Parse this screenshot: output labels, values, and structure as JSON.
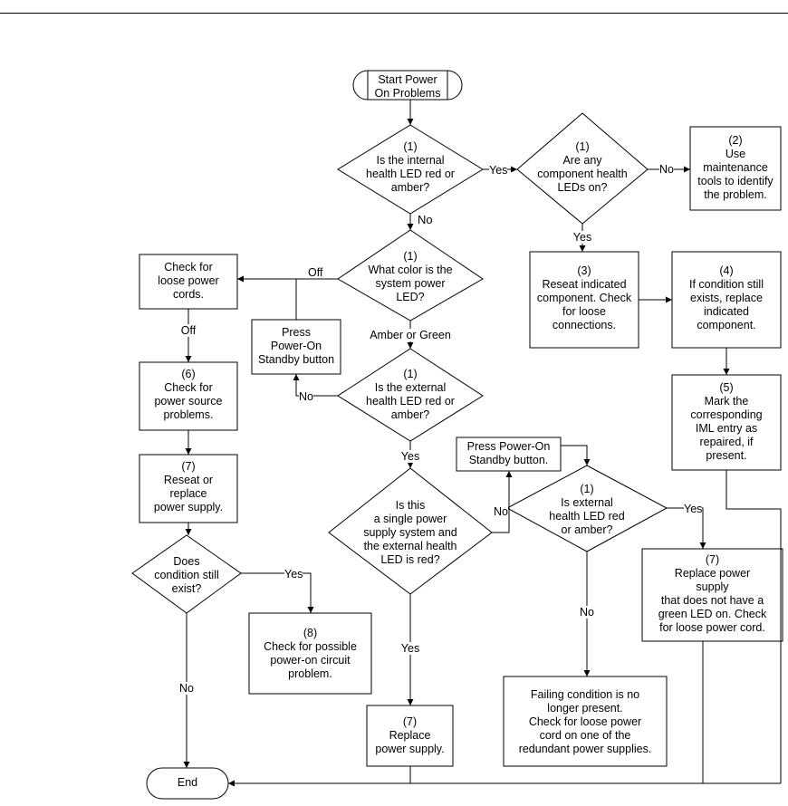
{
  "flowchart": {
    "start": "Start Power\nOn Problems",
    "end": "End",
    "d_internal_led": "(1)\nIs the internal\nhealth LED red or\namber?",
    "d_component_leds": "(1)\nAre any\ncomponent health\nLEDs on?",
    "p_maintenance_tools": "(2)\nUse\nmaintenance\ntools to identify\nthe problem.",
    "d_power_led_color": "(1)\nWhat color is the\nsystem power\nLED?",
    "p_check_power_cords": "Check for\nloose power\ncords.",
    "p_reseat_component": "(3)\nReseat indicated\ncomponent. Check\nfor loose\nconnections.",
    "p_replace_component": "(4)\nIf condition still\nexists, replace\nindicated\ncomponent.",
    "p_press_standby": "Press\nPower-On\nStandby button",
    "d_external_led": "(1)\nIs the external\nhealth LED red or\namber?",
    "p_check_power_source": "(6)\nCheck for\npower source\nproblems.",
    "p_mark_iml": "(5)\nMark the\ncorresponding\nIML entry as\nrepaired, if\npresent.",
    "p_reseat_power_supply": "(7)\nReseat or\nreplace\npower supply.",
    "p_press_standby_2": "Press Power-On\nStandby button.",
    "d_single_power_supply": "Is this\na single power\nsupply system and\nthe external health\nLED is red?",
    "d_external_led_2": "(1)\nIs external\nhealth LED red\nor amber?",
    "p_replace_no_green": "(7)\nReplace power\nsupply\nthat does not have a\ngreen LED on. Check\nfor loose power cord.",
    "d_condition_exists": "Does\ncondition still\nexist?",
    "p_check_power_on_circuit": "(8)\nCheck for possible\npower-on circuit\nproblem.",
    "p_failing_condition": "Failing condition is no\nlonger present.\nCheck for loose power\ncord on one of the\nredundant power supplies.",
    "p_replace_power_supply": "(7)\nReplace\npower supply."
  },
  "edge_labels": {
    "yes": "Yes",
    "no": "No",
    "off": "Off",
    "amber_or_green": "Amber or Green"
  }
}
